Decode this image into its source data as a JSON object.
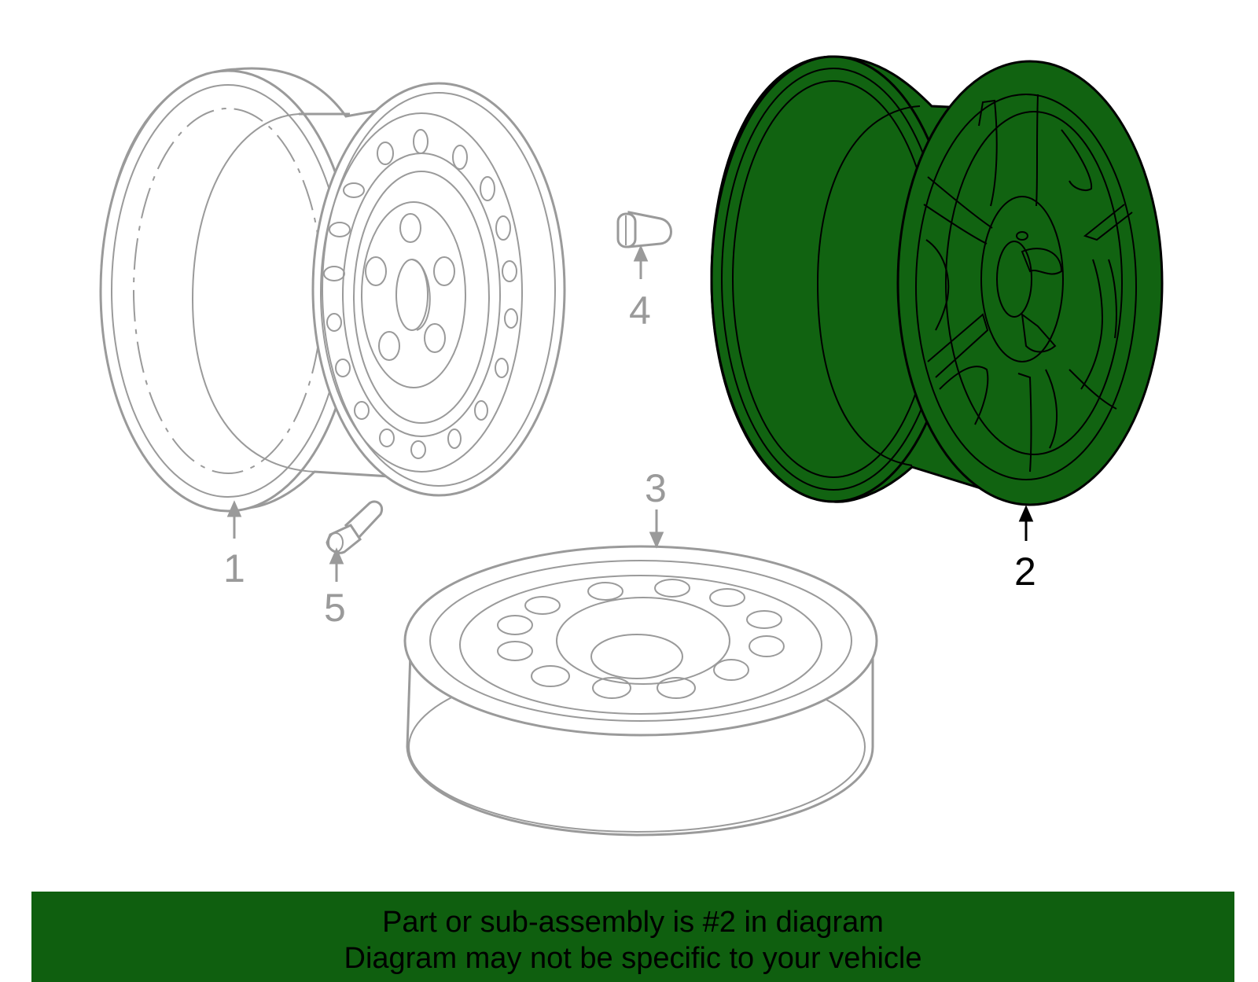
{
  "diagram": {
    "callouts": [
      {
        "id": "1",
        "label": "1",
        "highlighted": false
      },
      {
        "id": "2",
        "label": "2",
        "highlighted": true
      },
      {
        "id": "3",
        "label": "3",
        "highlighted": false
      },
      {
        "id": "4",
        "label": "4",
        "highlighted": false
      },
      {
        "id": "5",
        "label": "5",
        "highlighted": false
      }
    ],
    "colors": {
      "highlight_fill": "#116311",
      "inactive_stroke": "#9a9a9a",
      "active_stroke": "#000000",
      "banner": "#0f5f0f"
    }
  },
  "banner": {
    "line1": "Part or sub-assembly is #2 in diagram",
    "line2": "Diagram may not be specific to your vehicle"
  }
}
